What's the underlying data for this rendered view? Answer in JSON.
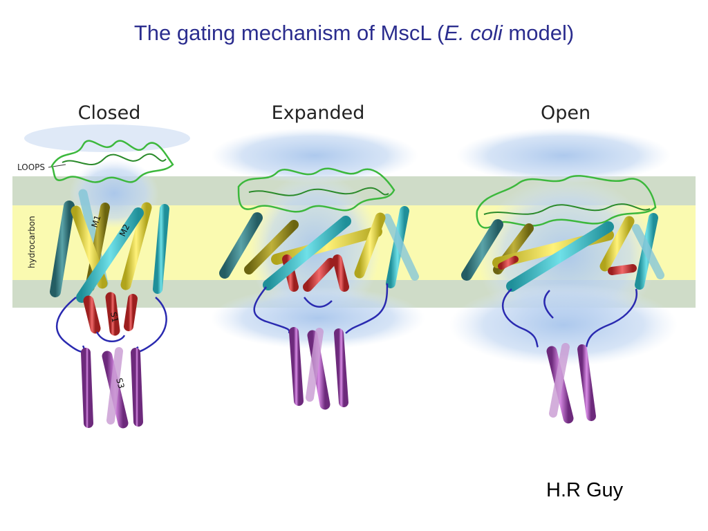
{
  "slide": {
    "title_pre": "The gating mechanism of MscL (",
    "title_italic": "E. coli",
    "title_post": " model)",
    "author": "H.R Guy"
  },
  "figure": {
    "states": [
      {
        "label": "Closed"
      },
      {
        "label": "Expanded"
      },
      {
        "label": "Open"
      }
    ],
    "side_labels": {
      "loops": "LOOPS",
      "hydrocarbon": "hydrocarbon"
    },
    "helix_labels": {
      "m1": "M1",
      "m2": "M2",
      "s1": "S1",
      "s3": "S3"
    },
    "colors": {
      "membrane_band": "#fafab0",
      "headgroup_band": "#cfdcc8",
      "water": "#bdd3ef",
      "loops_green": "#3cb83c",
      "m1_yellow": "#e8dc3a",
      "m2_cyan": "#3fb9c2",
      "s1_red": "#d63a3a",
      "s3_purple": "#a04bb0",
      "linker_blue": "#2a2ab0"
    }
  }
}
